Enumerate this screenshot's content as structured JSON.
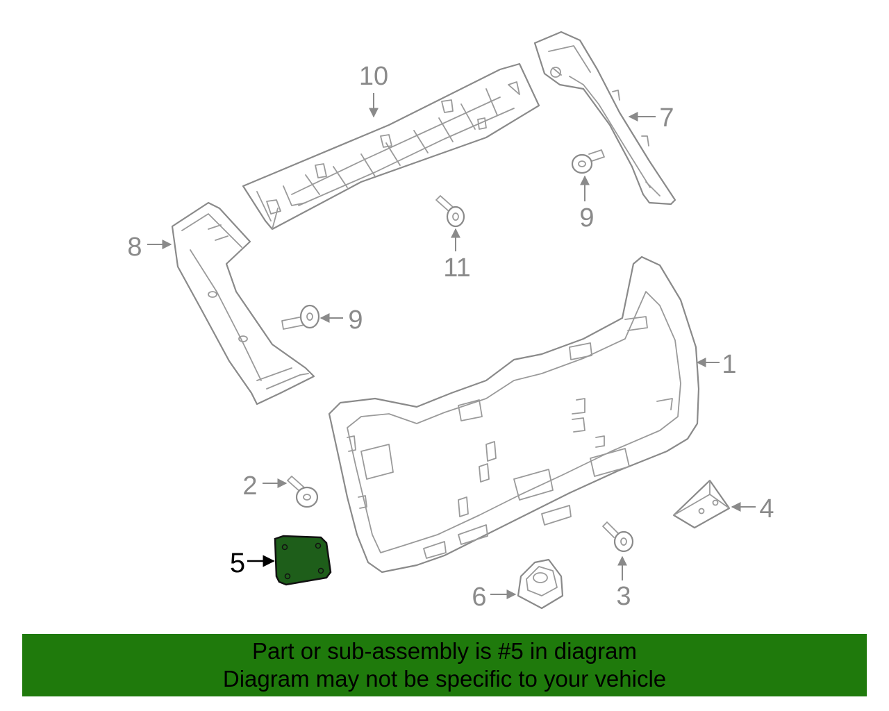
{
  "diagram": {
    "callouts": {
      "c1": "1",
      "c2": "2",
      "c3": "3",
      "c4": "4",
      "c5": "5",
      "c6": "6",
      "c7": "7",
      "c8": "8",
      "c9a": "9",
      "c9b": "9",
      "c10": "10",
      "c11": "11"
    },
    "highlight_part": "5",
    "colors": {
      "line_art": "#8a8a8a",
      "highlight_fill": "#1e5e1a",
      "banner_bg": "#1f7a0c",
      "banner_text": "#000000"
    }
  },
  "banner": {
    "line1": "Part or sub-assembly is #5 in diagram",
    "line2": "Diagram may not be specific to your vehicle"
  }
}
